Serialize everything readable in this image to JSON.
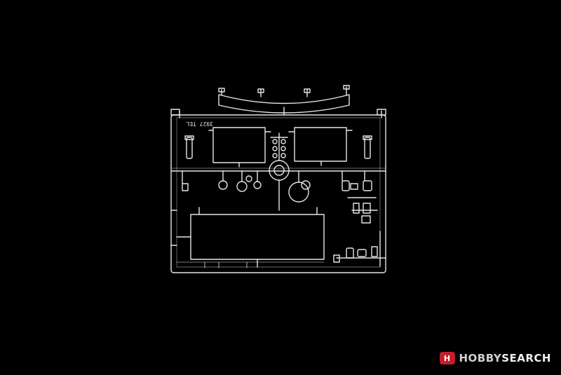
{
  "image": {
    "subject": "clear plastic model kit sprue (runner) with windows and small parts",
    "background_color": "#000000",
    "plastic_color": "#e6e6e6"
  },
  "sprue": {
    "code_text": "3927 TEL"
  },
  "watermark": {
    "logo_glyph": "H",
    "brand_part1": "HOBBY",
    "brand_part2": "SEARCH"
  }
}
